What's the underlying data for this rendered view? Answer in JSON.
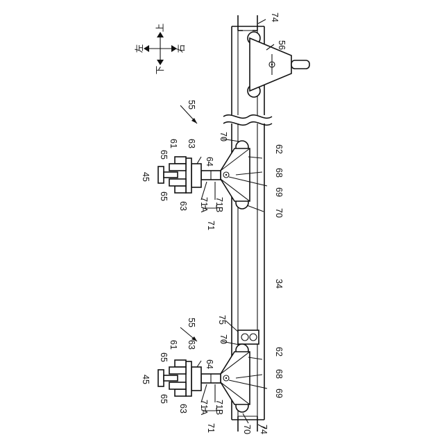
{
  "labels": {
    "rail": "34",
    "carriage": "55",
    "guide_rail": "45",
    "wheel_frame": "61",
    "roller_upper": "63",
    "roller_lower": "63",
    "bracket": "64",
    "roller_outer_upper": "65",
    "roller_outer_lower": "65",
    "arm": "62",
    "pivot": "68",
    "pin": "69",
    "wheel": "70",
    "link": "71",
    "link_a": "71A",
    "link_b": "71B",
    "end_stop": "74",
    "block": "75",
    "handle": "56"
  },
  "direction": {
    "up": "上",
    "down": "下",
    "left": "左",
    "right": "右"
  }
}
